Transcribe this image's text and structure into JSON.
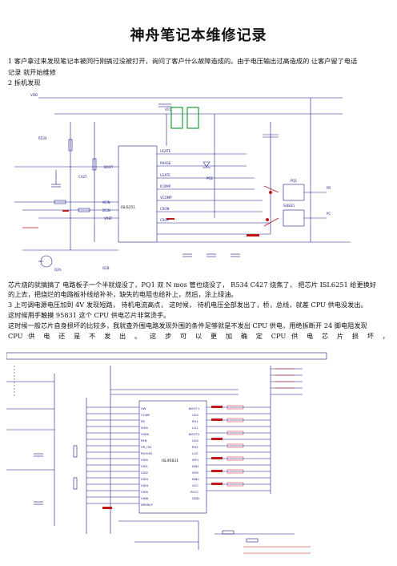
{
  "doc": {
    "title": "神舟笔记本维修记录",
    "para1": "1 客户拿过来发现笔记本被同行刚搞过没被打开，询问了客户什么故障造成的。由于电压输出过高造成的   让客户留了电话",
    "para1b": "记录       就开始维修",
    "para2": "2 拆机发现",
    "para3": "芯片烧的就搞搞了   电路板子一个半就烧没了，PQ1 双 N mos 管也烧没了，    R534 C427 烧焦了，    把芯片 ISL6251 给更换好",
    "para3b": "的上去，把烧烂的电路板补线给补补，缺失的电阻也给补上，然后，涂上绿油。",
    "para4": "3 上可调电源电压加到 4V 发现短路，   待机电流高点，    这时候，    待机电压全部发出了，桥，总线，就差 CPU 供电没发出。",
    "para4b": "这时候用手触摸 95831 这个 CPU 供电芯片非常烫手。",
    "para5": "这时候一般芯片自身损坏的比较多，我就查外围电路发现外围的条件足够就是不发出 CPU 供电，用绝拆断开 24 脚电阻发现",
    "para5b": "CPU  供 电 还 是 不 发 出 。 这 步 可 以 更 加 确 定    CPU  供 电 芯 片 损 坏 ，"
  },
  "schematic1": {
    "chip_label": "ISL6251",
    "labels": [
      "R534",
      "C427",
      "PQ1",
      "PQ2",
      "VCC",
      "BOOT",
      "UGATE",
      "PHASE",
      "LGATE",
      "ACIN",
      "VDD",
      "DCIN",
      "ICOMP",
      "VCOMP",
      "CSON",
      "CSOP",
      "VREF",
      "PR",
      "PC",
      "SI4835",
      "Q2A",
      "Q2B"
    ],
    "colors": {
      "ink": "#1a1a8c",
      "red": "#c01818",
      "highlight": "#1e9e3a"
    }
  },
  "schematic2": {
    "chip_label": "ISL95831",
    "left_pins": [
      "VW",
      "COMP",
      "FB",
      "ISEN",
      "VSEN",
      "RTN",
      "VR_ON",
      "PGOOD",
      "VID0",
      "VID1",
      "VID2",
      "VID3",
      "VID4",
      "VID5",
      "VID6",
      "DPRSLP"
    ],
    "right_pins": [
      "BOOT1",
      "UG1",
      "PH1",
      "LG1",
      "BOOT2",
      "UG2",
      "PH2",
      "LG2",
      "ISP1",
      "ISN1",
      "ISP2",
      "ISN2",
      "VCC",
      "PVCC",
      "GND"
    ]
  }
}
